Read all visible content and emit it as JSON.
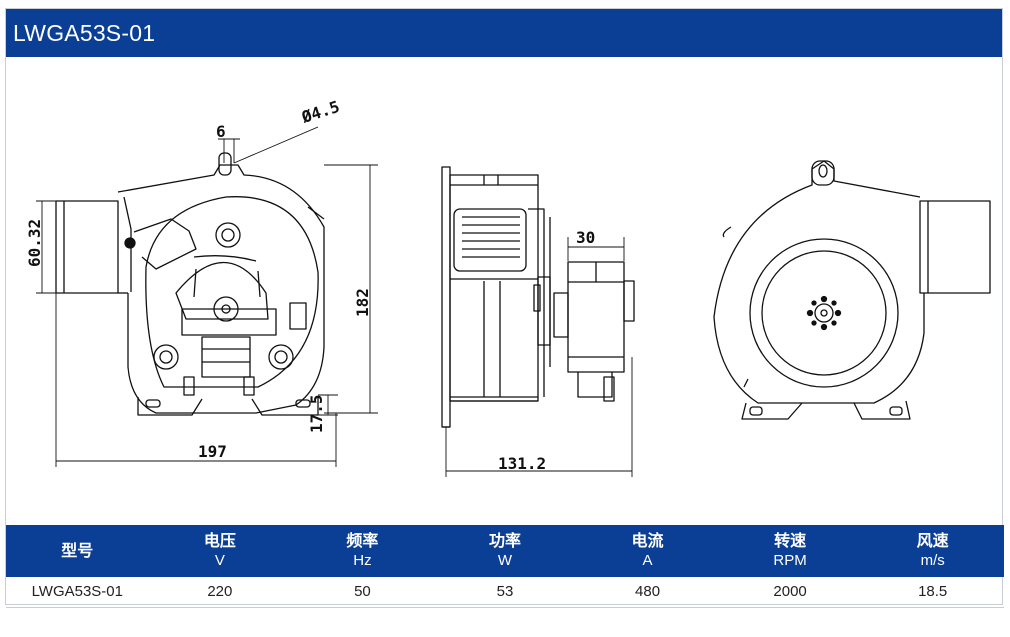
{
  "title": "LWGA53S-01",
  "dimensions": {
    "slot_width": "6",
    "hole_diameter": "Ø4.5",
    "outlet_height": "60.32",
    "total_height": "182",
    "foot_height": "17.5",
    "total_width": "197",
    "side_depth": "131.2",
    "motor_width": "30"
  },
  "table": {
    "headers": [
      {
        "label": "型号",
        "unit": ""
      },
      {
        "label": "电压",
        "unit": "V"
      },
      {
        "label": "频率",
        "unit": "Hz"
      },
      {
        "label": "功率",
        "unit": "W"
      },
      {
        "label": "电流",
        "unit": "A"
      },
      {
        "label": "转速",
        "unit": "RPM"
      },
      {
        "label": "风速",
        "unit": "m/s"
      }
    ],
    "rows": [
      [
        "LWGA53S-01",
        "220",
        "50",
        "53",
        "480",
        "2000",
        "18.5"
      ]
    ]
  },
  "colors": {
    "header_bg": "#0b3f95",
    "line": "#111111"
  }
}
